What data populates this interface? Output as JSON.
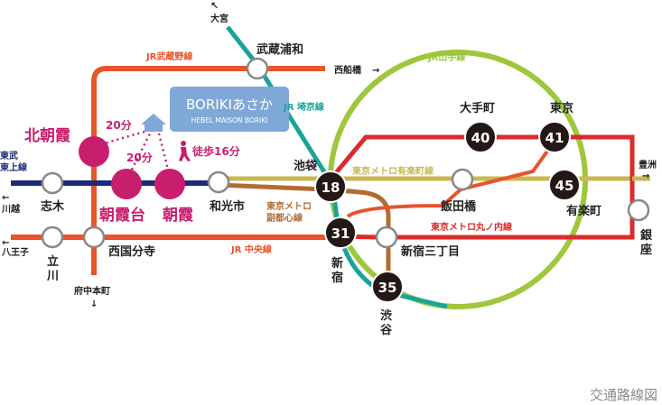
{
  "lines": {
    "musashino": {
      "name": "JR武蔵野線",
      "color": "#e8542b"
    },
    "saikyo": {
      "name": "JR 埼京線",
      "color": "#19a49a"
    },
    "yamanote": {
      "name": "JR山手線",
      "color": "#9ec73b"
    },
    "tobu_tojo": {
      "name": "東武\n東上線",
      "name_l1": "東武",
      "name_l2": "東上線",
      "color": "#1d2a7a"
    },
    "yurakucho": {
      "name": "東京メトロ有楽町線",
      "color": "#c8b850"
    },
    "fukutoshin": {
      "name_l1": "東京メトロ",
      "name_l2": "副都心線",
      "color": "#b36b2f"
    },
    "marunouchi": {
      "name": "東京メトロ丸ノ内線",
      "color": "#dd2a2a"
    },
    "chuo": {
      "name": "JR 中央線",
      "color": "#e8542b"
    },
    "musashino_branch_color": "#e8542b"
  },
  "stations": {
    "kita_asaka": "北朝霞",
    "asakadai": "朝霞台",
    "asaka": "朝霞",
    "shiki": "志木",
    "wakoshi": "和光市",
    "ikebukuro": "池袋",
    "musashi_urawa": "武蔵浦和",
    "nishikokubunji": "西国分寺",
    "tachikawa_l1": "立",
    "tachikawa_l2": "川",
    "shinjuku_l1": "新",
    "shinjuku_l2": "宿",
    "shibuya_l1": "渋",
    "shibuya_l2": "谷",
    "shinjuku_sanchome": "新宿三丁目",
    "iidabashi": "飯田橋",
    "otemachi": "大手町",
    "tokyo": "東京",
    "yurakucho": "有楽町",
    "ginza_l1": "銀",
    "ginza_l2": "座"
  },
  "badges": {
    "ikebukuro": "18",
    "shinjuku": "31",
    "shibuya": "35",
    "otemachi": "40",
    "tokyo": "41",
    "yurakucho": "45"
  },
  "directions": {
    "omiya": "大宮",
    "nishi_funabashi": "西船橋",
    "kawagoe": "川越",
    "hachioji": "八王子",
    "fuchu_honmachi": "府中本町",
    "toyosu": "豊洲"
  },
  "property": {
    "name": "BORIKIあさか",
    "subtitle": "HEBEL MAISON BORIKI",
    "bg_color": "#7fa8d8"
  },
  "access": {
    "to_kita_asaka": "20分",
    "to_asakadai": "20分",
    "to_asaka": "徒歩16分"
  },
  "footer": {
    "caption": "交通路線図"
  },
  "colors": {
    "magenta": "#c81e6e",
    "badge": "#231815",
    "house": "#7fa8d8"
  }
}
